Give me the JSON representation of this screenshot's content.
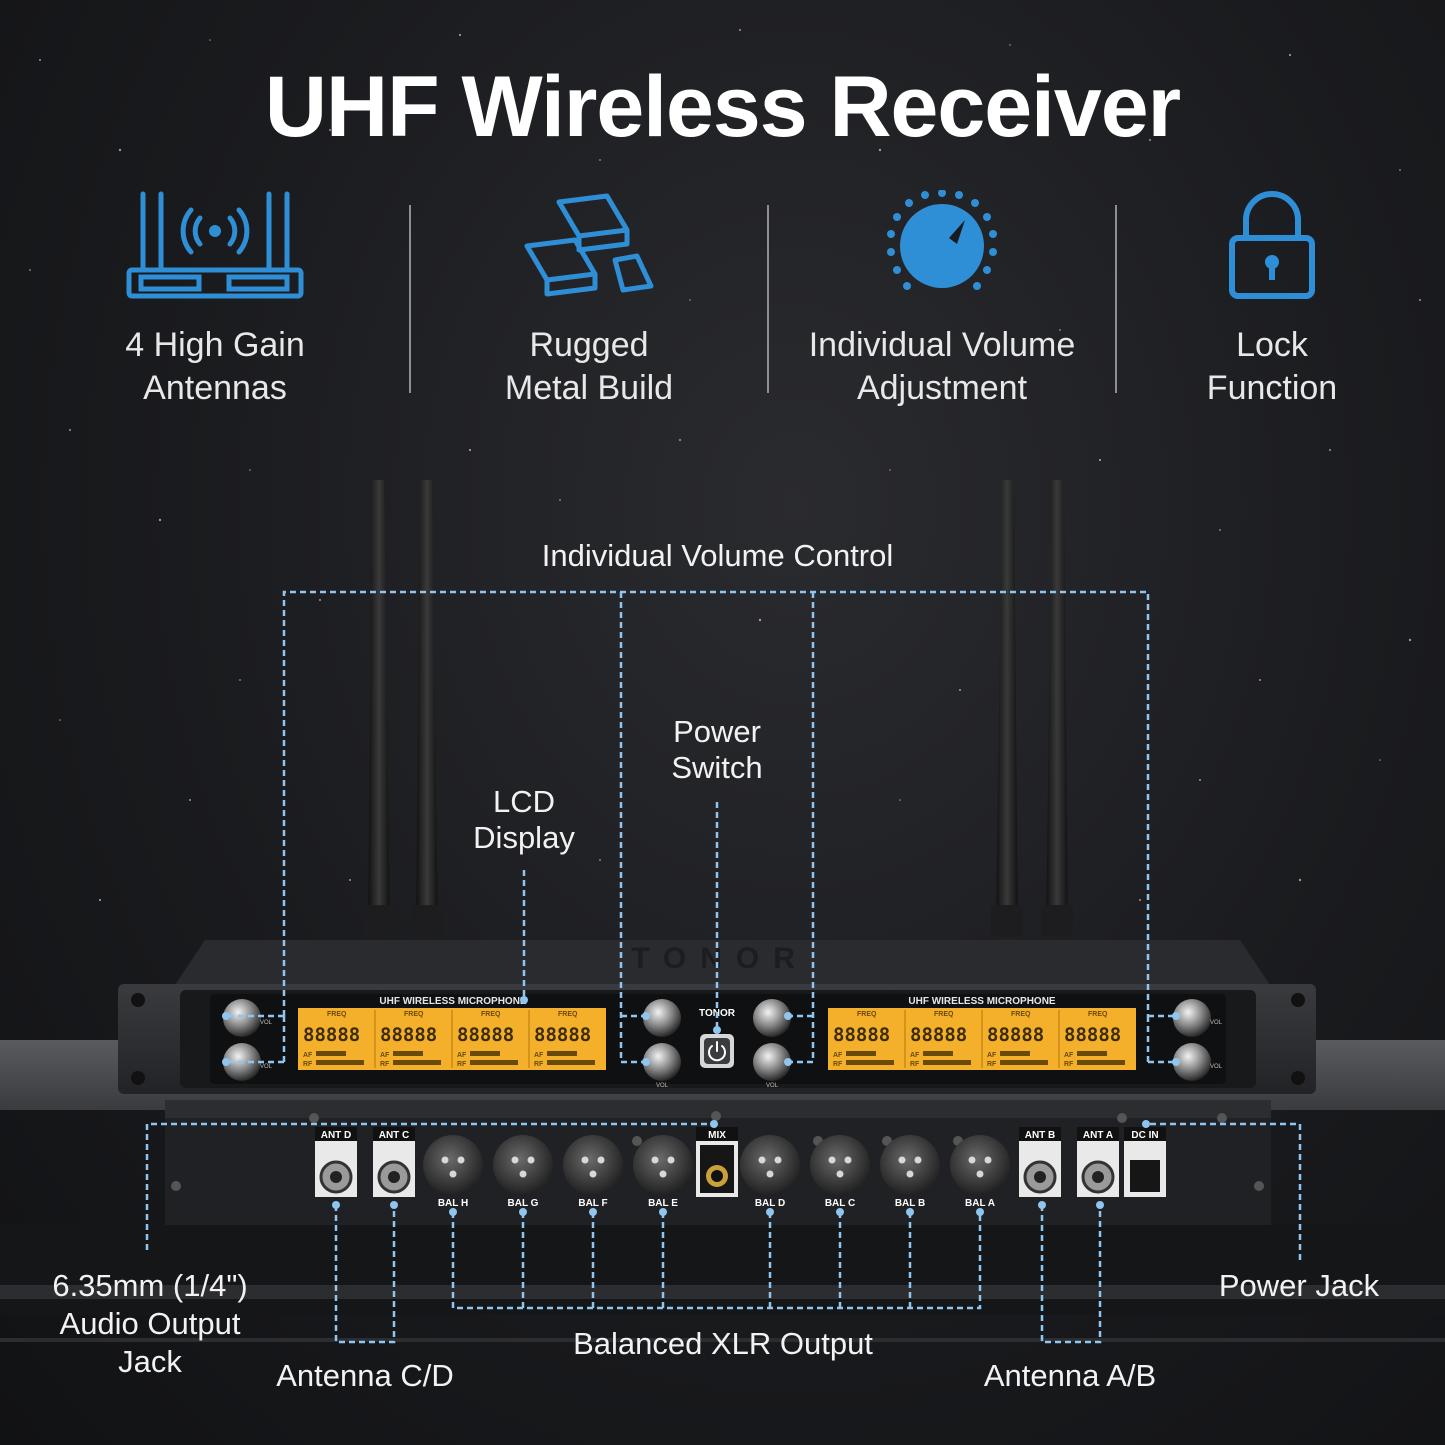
{
  "title": "UHF Wireless Receiver",
  "colors": {
    "accent": "#2f8fd6",
    "callout_line": "#8fc5ee",
    "lcd": "#f5b02b",
    "background": "#1a1b1e"
  },
  "features": [
    {
      "icon": "antenna-receiver-icon",
      "label": "4 High Gain\nAntennas"
    },
    {
      "icon": "metal-bars-icon",
      "label": "Rugged\nMetal Build"
    },
    {
      "icon": "volume-knob-icon",
      "label": "Individual Volume\nAdjustment"
    },
    {
      "icon": "padlock-icon",
      "label": "Lock\nFunction"
    }
  ],
  "callouts": {
    "volume_control": "Individual Volume Control",
    "power_switch": "Power\nSwitch",
    "lcd_display": "LCD\nDisplay",
    "audio_output": "6.35mm (1/4\")\nAudio Output\nJack",
    "antenna_cd": "Antenna C/D",
    "xlr_output": "Balanced XLR Output",
    "antenna_ab": "Antenna A/B",
    "power_jack": "Power Jack"
  },
  "device": {
    "brand": "TONOR",
    "panel_title": "UHF WIRELESS MICROPHONE",
    "lcd_freq_label": "FREQ",
    "lcd_digits": "88888",
    "lcd_af": "AF",
    "lcd_rf": "RF",
    "knob_label": "VOL",
    "rear_ports": {
      "ant_d": "ANT D",
      "ant_c": "ANT C",
      "ant_b": "ANT B",
      "ant_a": "ANT A",
      "mix": "MIX",
      "dc_in": "DC IN",
      "bal_h": "BAL H",
      "bal_g": "BAL G",
      "bal_f": "BAL F",
      "bal_e": "BAL E",
      "bal_d": "BAL D",
      "bal_c": "BAL C",
      "bal_b": "BAL B",
      "bal_a": "BAL A"
    }
  }
}
